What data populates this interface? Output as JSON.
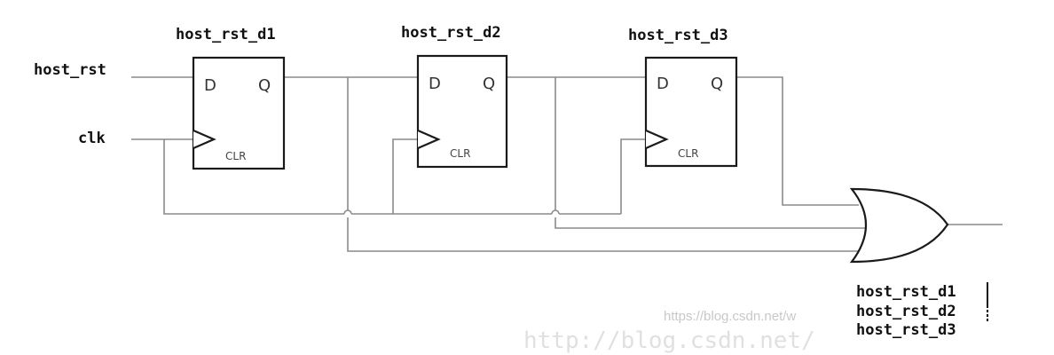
{
  "inputs": {
    "reset": "host_rst",
    "clock": "clk"
  },
  "flipflops": [
    {
      "name": "host_rst_d1",
      "d": "D",
      "q": "Q",
      "clr": "CLR"
    },
    {
      "name": "host_rst_d2",
      "d": "D",
      "q": "Q",
      "clr": "CLR"
    },
    {
      "name": "host_rst_d3",
      "d": "D",
      "q": "Q",
      "clr": "CLR"
    }
  ],
  "or_gate_expression": [
    "host_rst_d1",
    "host_rst_d2",
    "host_rst_d3"
  ],
  "watermark": "https://blog.csdn.net/w"
}
